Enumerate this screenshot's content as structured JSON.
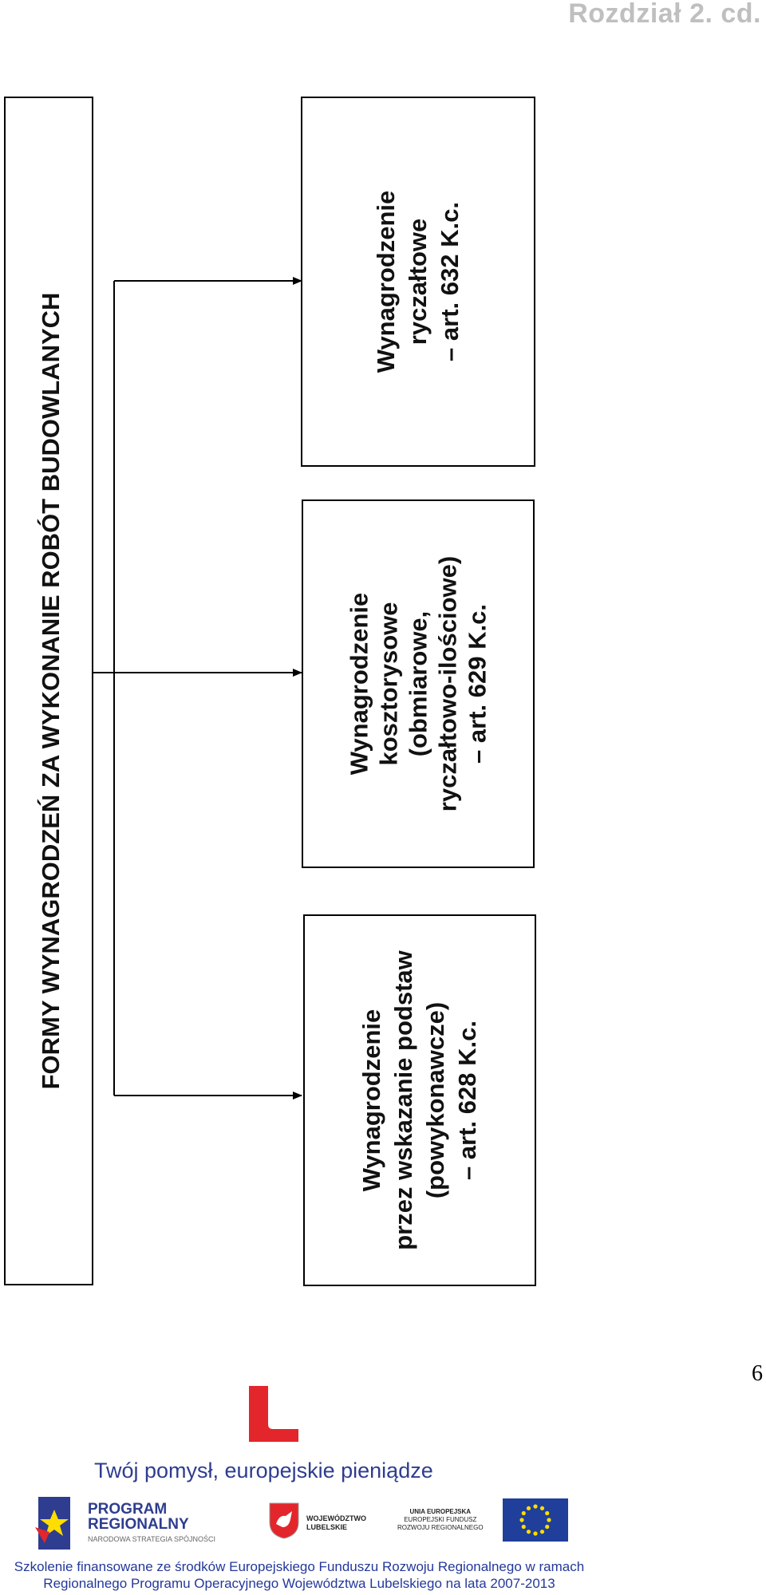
{
  "header": {
    "section": "Rozdział 2.  cd."
  },
  "diagram": {
    "title": "FORMY WYNAGRODZEŃ ZA WYKONANIE ROBÓT BUDOWLANYCH",
    "boxes": [
      {
        "lines": [
          "Wynagrodzenie",
          "ryczałtowe",
          "– art. 632 K.c."
        ]
      },
      {
        "lines": [
          "Wynagrodzenie",
          "kosztorysowe",
          "(obmiarowe,",
          "ryczałtowo-ilościowe)",
          "– art. 629 K.c."
        ]
      },
      {
        "lines": [
          "Wynagrodzenie",
          "przez wskazanie podstaw",
          "(powykonawcze)",
          "– art. 628 K.c."
        ]
      }
    ]
  },
  "page_number": "6",
  "slogan": "Twój pomysł, europejskie pieniądze",
  "logos": {
    "program": [
      "PROGRAM",
      "REGIONALNY",
      "NARODOWA STRATEGIA SPÓJNOŚCI"
    ],
    "voivodeship": [
      "WOJEWÓDZTWO",
      "LUBELSKIE"
    ],
    "eu": [
      "UNIA EUROPEJSKA",
      "EUROPEJSKI FUNDUSZ",
      "ROZWOJU REGIONALNEGO"
    ],
    "colors": {
      "red": "#e3262b",
      "blue": "#2e3d8f",
      "eu_blue": "#1f3f9a",
      "eu_star": "#ffdd00"
    }
  },
  "footer": [
    "Szkolenie finansowane ze środków Europejskiego Funduszu Rozwoju Regionalnego w ramach",
    "Regionalnego Programu Operacyjnego Województwa Lubelskiego na lata 2007-2013"
  ]
}
